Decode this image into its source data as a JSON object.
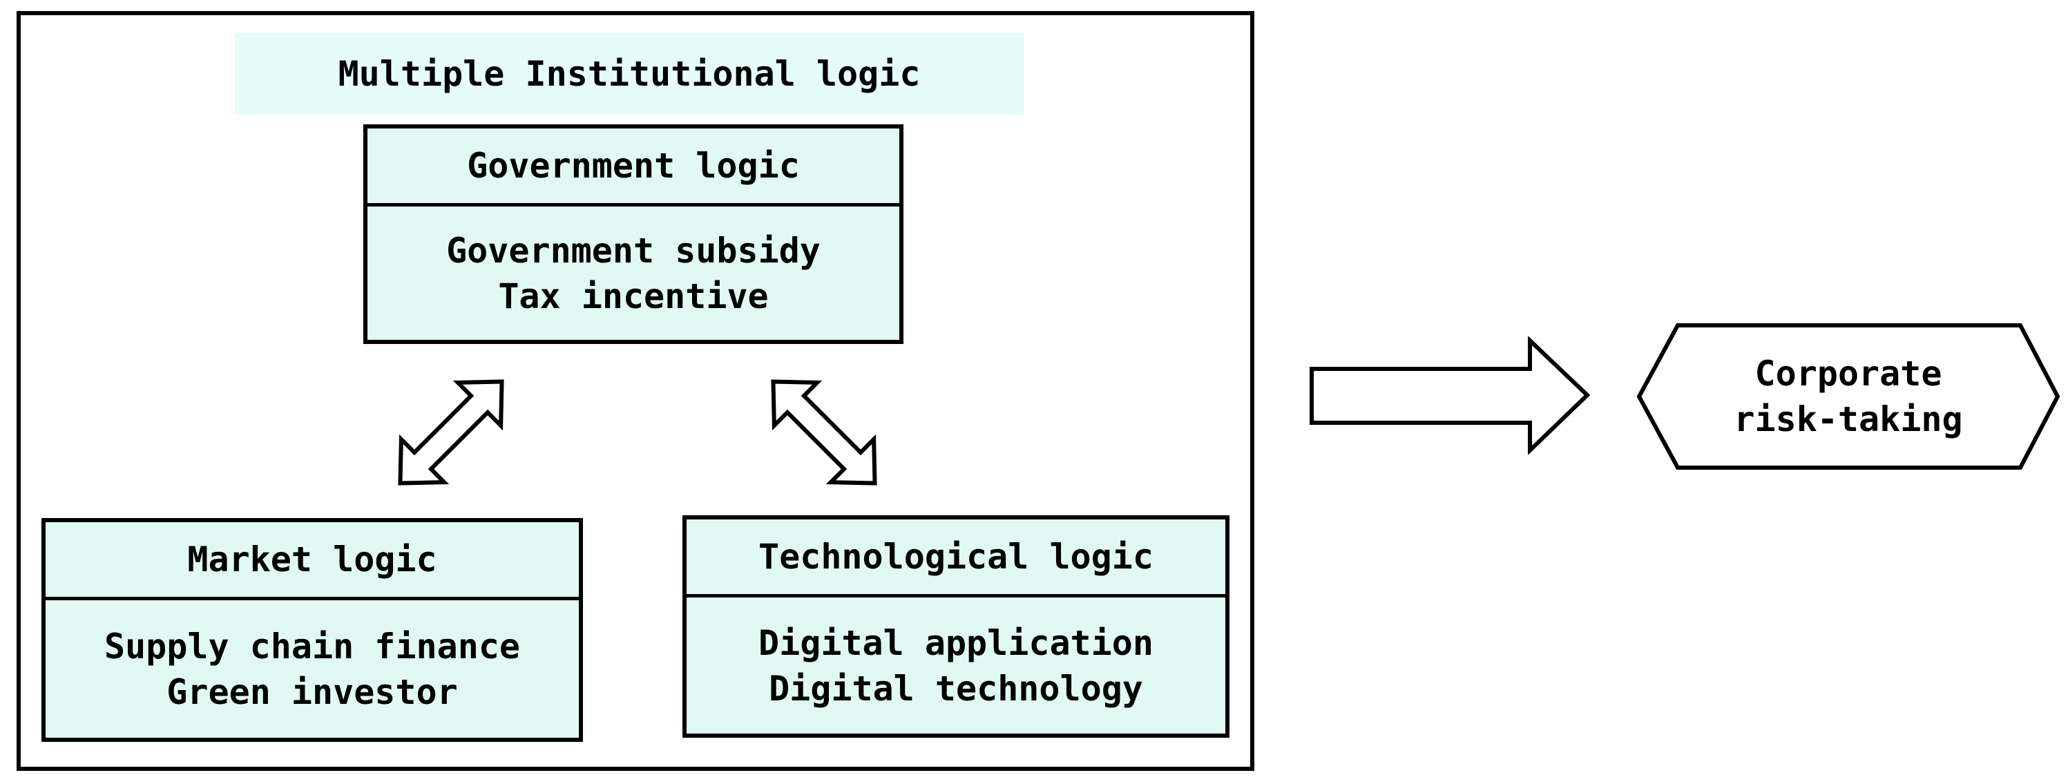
{
  "colors": {
    "background": "#ffffff",
    "box_fill": "#e0f9f3",
    "banner_fill": "#e5fcf8",
    "outline": "#000000",
    "shape_fill": "#ffffff",
    "text": "#000000"
  },
  "banner": {
    "label": "Multiple Institutional logic"
  },
  "boxes": {
    "government": {
      "header": "Government logic",
      "lines": [
        "Government subsidy",
        "Tax incentive"
      ]
    },
    "market": {
      "header": "Market logic",
      "lines": [
        "Supply chain finance",
        "Green investor"
      ]
    },
    "technological": {
      "header": "Technological logic",
      "lines": [
        "Digital application",
        "Digital technology"
      ]
    }
  },
  "outcome": {
    "lines": [
      "Corporate",
      "risk-taking"
    ]
  },
  "icons": {
    "left_connector": "double-headed-diagonal-arrow",
    "right_connector": "double-headed-diagonal-arrow",
    "main_arrow": "right-block-arrow"
  }
}
